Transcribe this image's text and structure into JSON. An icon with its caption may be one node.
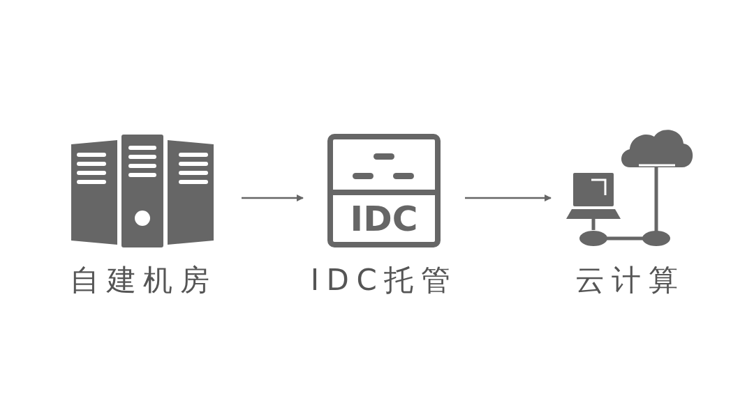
{
  "diagram": {
    "nodes": [
      {
        "text": [
          "自建机房"
        ]
      },
      {
        "text": [
          "IDC",
          "IDC托管"
        ]
      },
      {
        "text": [
          "云计算"
        ]
      }
    ],
    "edges": [
      {
        "from": 0,
        "to": 1,
        "arrow": "to"
      },
      {
        "from": 1,
        "to": 2,
        "arrow": "to"
      }
    ]
  }
}
